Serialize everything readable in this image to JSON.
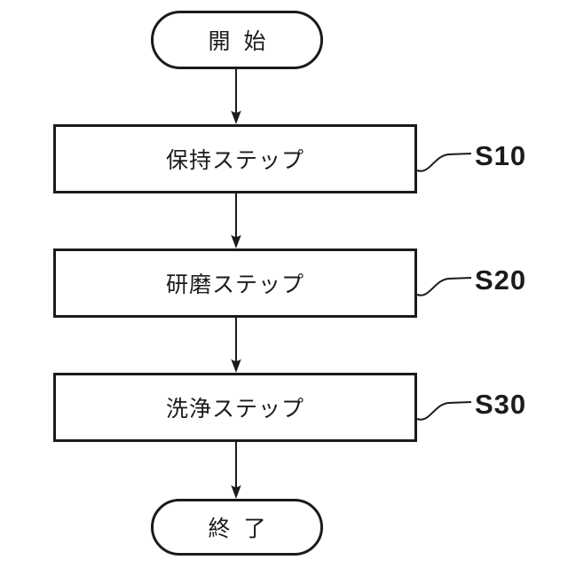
{
  "figure": {
    "background": "#ffffff",
    "ink_color": "#1b1b1b",
    "start": {
      "label": "開 始"
    },
    "end": {
      "label": "終 了"
    },
    "steps": [
      {
        "label": "保持ステップ",
        "ref": "S10"
      },
      {
        "label": "研磨ステップ",
        "ref": "S20"
      },
      {
        "label": "洗浄ステップ",
        "ref": "S30"
      }
    ]
  }
}
